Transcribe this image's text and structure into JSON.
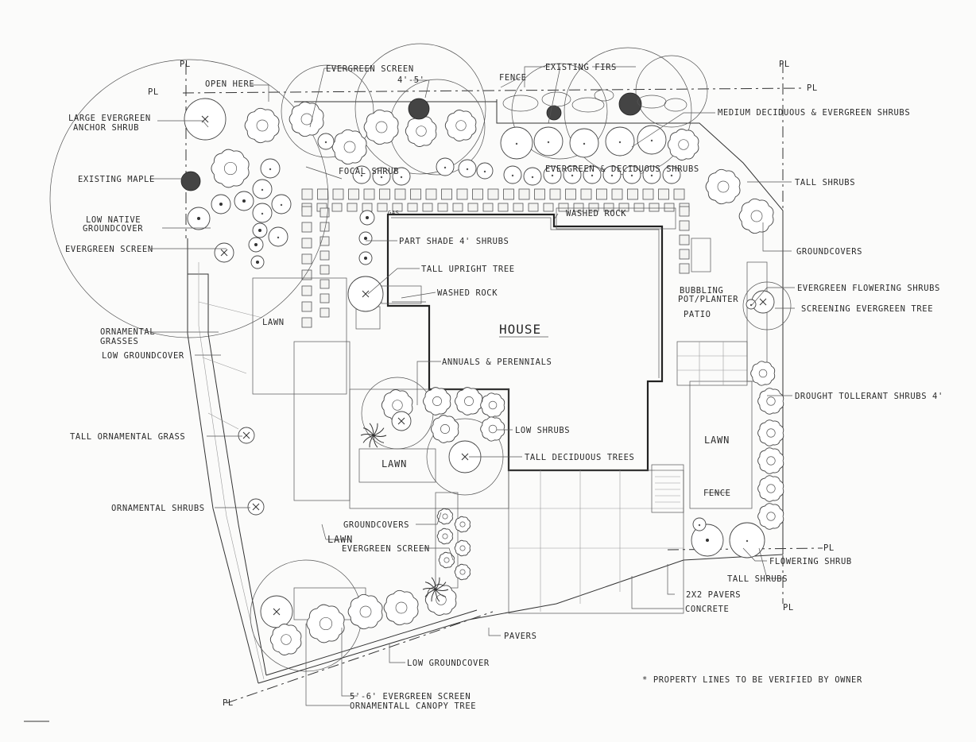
{
  "labels": {
    "open_here": "OPEN HERE",
    "evergreen_screen_top": "EVERGREEN SCREEN",
    "screen_height": "4'-5'",
    "fence_top": "FENCE",
    "existing_firs": "EXISTING FIRS",
    "medium_shrubs": "MEDIUM DECIDUOUS & EVERGREEN SHRUBS",
    "large_evergreen_1": "LARGE EVERGREEN",
    "large_evergreen_2": "ANCHOR SHRUB",
    "existing_maple": "EXISTING MAPLE",
    "low_native_1": "LOW NATIVE",
    "low_native_2": "GROUNDCOVER",
    "evergreen_screen_left": "EVERGREEN SCREEN",
    "focal_shrub": "FOCAL SHRUB",
    "evergreen_deciduous": "EVERGREEN & DECIDUOUS SHRUBS",
    "tall_shrubs_right": "TALL SHRUBS",
    "washed_rock_top": "WASHED ROCK",
    "gas": "GAS",
    "part_shade": "PART SHADE 4' SHRUBS",
    "groundcovers_right": "GROUNDCOVERS",
    "tall_upright_tree": "TALL UPRIGHT TREE",
    "washed_rock_mid": "WASHED ROCK",
    "bubbling_1": "BUBBLING",
    "bubbling_2": "POT/PLANTER",
    "evergreen_flowering": "EVERGREEN FLOWERING SHRUBS",
    "screening_tree": "SCREENING EVERGREEN TREE",
    "patio": "PATIO",
    "house": "HOUSE",
    "ornamental_grasses_1": "ORNAMENTAL",
    "ornamental_grasses_2": "GRASSES",
    "low_groundcover_left": "LOW GROUNDCOVER",
    "lawn_left": "LAWN",
    "annuals": "ANNUALS & PERENNIALS",
    "drought_tolerant": "DROUGHT TOLLERANT SHRUBS 4'",
    "low_shrubs": "LOW SHRUBS",
    "lawn_right": "LAWN",
    "tall_ornamental_grass": "TALL ORNAMENTAL GRASS",
    "lawn_center": "LAWN",
    "tall_deciduous": "TALL DECIDUOUS TREES",
    "ornamental_shrubs": "ORNAMENTAL SHRUBS",
    "fence_right": "FENCE",
    "groundcovers_mid": "GROUNDCOVERS",
    "lawn_arrow": "LAWN",
    "evergreen_screen_mid": "EVERGREEN SCREEN",
    "flowering_shrub": "FLOWERING SHRUB",
    "tall_shrubs_bottom": "TALL SHRUBS",
    "pavers_2x2": "2X2 PAVERS",
    "concrete": "CONCRETE",
    "pavers": "PAVERS",
    "low_groundcover_bottom": "LOW GROUNDCOVER",
    "screen_5_6": "5'-6' EVERGREEN SCREEN",
    "canopy_tree": "ORNAMENTALL CANOPY TREE",
    "property_note": "* PROPERTY LINES TO BE VERIFIED BY OWNER"
  },
  "property_line_marks": [
    "PL",
    "PL",
    "PL",
    "PL",
    "PL",
    "PL",
    "PL"
  ]
}
